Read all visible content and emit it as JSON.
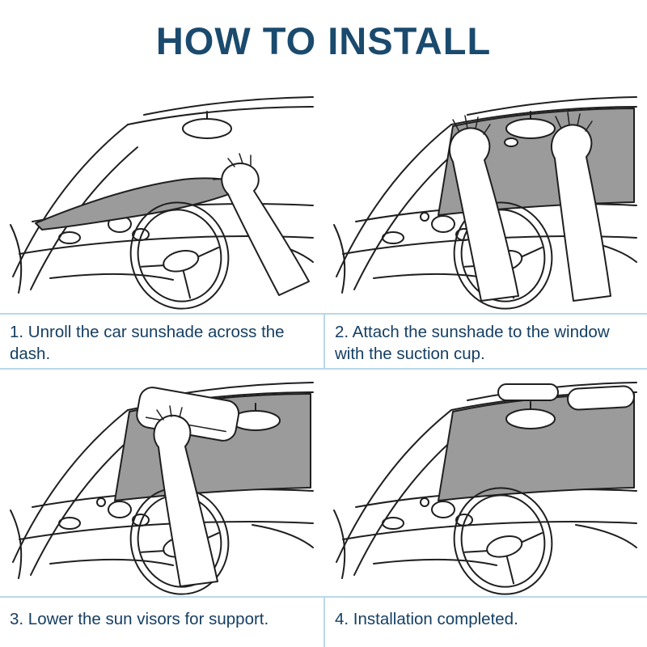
{
  "title": "HOW TO INSTALL",
  "colors": {
    "title-color": "#1a4a6d",
    "caption-color": "#153f63",
    "divider-color": "#b9d8ea",
    "shade-color": "#9b9b9b",
    "line-color": "#1f1f1f"
  },
  "steps": [
    {
      "caption": "1. Unroll the car sunshade across the dash.",
      "alt": "hand unrolling the folded sunshade across the dashboard"
    },
    {
      "caption": "2. Attach the sunshade to the window with the suction cup.",
      "alt": "two hands pressing the sunshade onto the windshield with a suction cup"
    },
    {
      "caption": "3. Lower the sun visors for support.",
      "alt": "hand pulling a sun visor down over the installed sunshade"
    },
    {
      "caption": "4. Installation completed.",
      "alt": "sunshade fully covering the windshield with visors lowered"
    }
  ]
}
